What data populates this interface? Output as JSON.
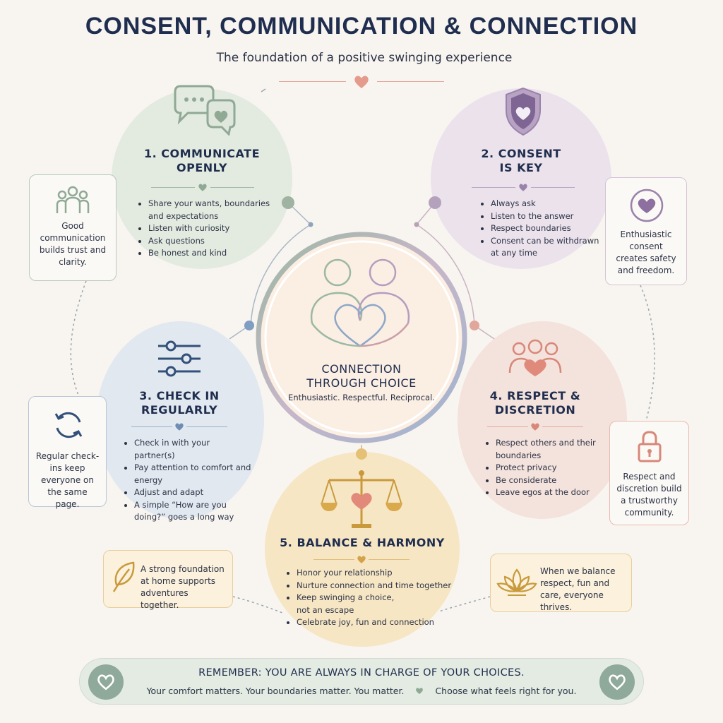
{
  "title": "CONSENT, COMMUNICATION & CONNECTION",
  "subtitle": "The foundation of a positive swinging experience",
  "center": {
    "title_line1": "CONNECTION",
    "title_line2": "THROUGH CHOICE",
    "tagline": "Enthusiastic. Respectful. Reciprocal."
  },
  "sections": [
    {
      "line1": "1. COMMUNICATE",
      "line2": "OPENLY",
      "items": [
        "Share your wants, boundaries and expectations",
        "Listen with curiosity",
        "Ask questions",
        "Be honest and kind"
      ]
    },
    {
      "line1": "2. CONSENT",
      "line2": "IS KEY",
      "items": [
        "Always ask",
        "Listen to the answer",
        "Respect boundaries",
        "Consent can be withdrawn at any time"
      ]
    },
    {
      "line1": "3. CHECK IN",
      "line2": "REGULARLY",
      "items": [
        "Check in with your partner(s)",
        "Pay attention to comfort and energy",
        "Adjust and adapt",
        "A simple “How are you doing?” goes a long way"
      ]
    },
    {
      "line1": "4. RESPECT &",
      "line2": "DISCRETION",
      "items": [
        "Respect others and their boundaries",
        "Protect privacy",
        "Be considerate",
        "Leave egos at the door"
      ]
    },
    {
      "line1": "5. BALANCE & HARMONY",
      "line2": "",
      "items": [
        "Honor your relationship",
        "Nurture connection and time together",
        "Keep swinging a choice, not an escape",
        "Celebrate joy, fun and connection"
      ]
    }
  ],
  "side_notes": [
    "Good communication builds trust and clarity.",
    "Enthusiastic consent creates safety and freedom.",
    "Regular check-ins keep everyone on the same page.",
    "Respect and discretion build a trustworthy community.",
    "A strong foundation at home supports adventures together.",
    "When we balance respect, fun and care, everyone thrives."
  ],
  "banner": {
    "remember": "REMEMBER: YOU ARE ALWAYS IN CHARGE OF YOUR CHOICES.",
    "note_left": "Your comfort matters. Your boundaries matter. You matter.",
    "note_right": "Choose what feels right for you."
  },
  "colors": {
    "communicate": "#e3eae0",
    "consent": "#ebe2ec",
    "checkin": "#e1e8ef",
    "respect": "#f4e2dc",
    "balance": "#f6e6c4",
    "center": "#fbeee3",
    "navy": "#1f2d4e"
  },
  "icons": [
    "chat-bubbles-icon",
    "shield-heart-icon",
    "people-icon",
    "heart-icon",
    "sliders-icon",
    "refresh-icon",
    "group-heart-icon",
    "lock-icon",
    "scales-heart-icon",
    "leaf-icon",
    "lotus-icon"
  ]
}
